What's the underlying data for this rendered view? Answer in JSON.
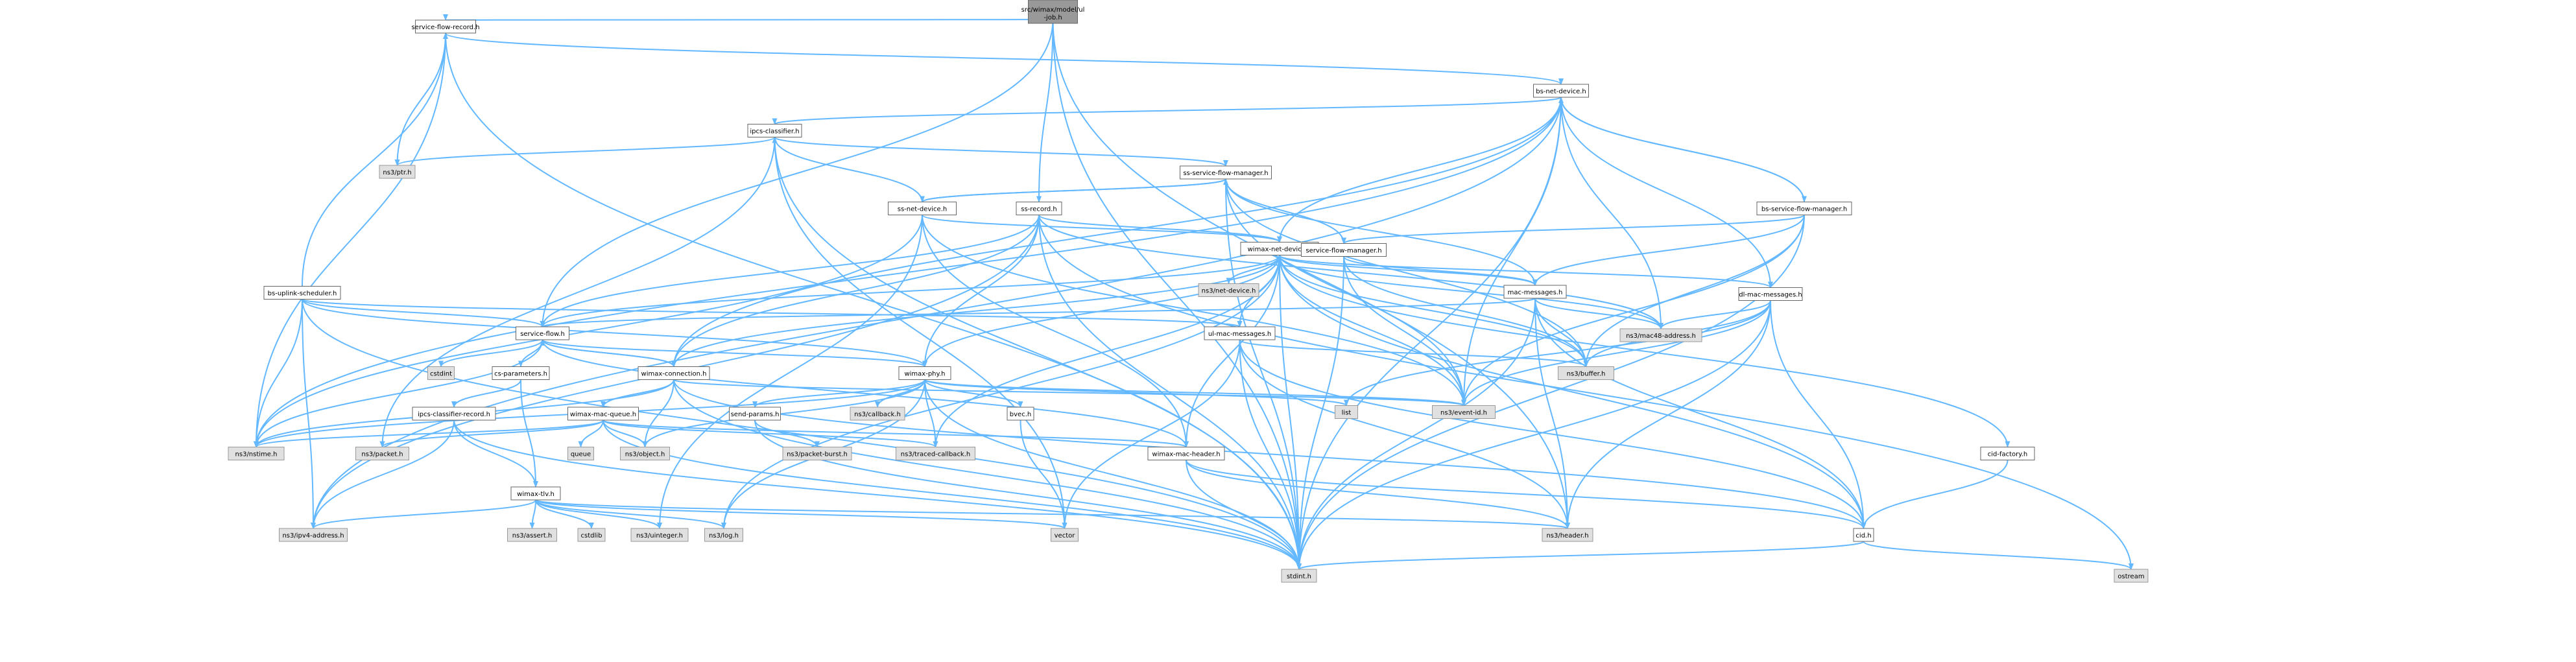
{
  "graph": {
    "colors": {
      "edge": "#63b8ff",
      "node_fill": "#ffffff",
      "node_border": "#666666",
      "root_fill": "#999999",
      "external_fill": "#e0e0e0",
      "external_border": "#999999",
      "text": "#000000"
    },
    "nodes": [
      {
        "id": "root",
        "label": "src/wimax/model/ul-job.h",
        "kind": "root"
      },
      {
        "id": "sfr",
        "label": "service-flow-record.h",
        "kind": "header"
      },
      {
        "id": "bsnd",
        "label": "bs-net-device.h",
        "kind": "header"
      },
      {
        "id": "ipcs",
        "label": "ipcs-classifier.h",
        "kind": "header"
      },
      {
        "id": "ptr",
        "label": "ns3/ptr.h",
        "kind": "external"
      },
      {
        "id": "ssfm",
        "label": "ss-service-flow-manager.h",
        "kind": "header"
      },
      {
        "id": "ssnd",
        "label": "ss-net-device.h",
        "kind": "header"
      },
      {
        "id": "ssrec",
        "label": "ss-record.h",
        "kind": "header"
      },
      {
        "id": "bssfm",
        "label": "bs-service-flow-manager.h",
        "kind": "header"
      },
      {
        "id": "wnd",
        "label": "wimax-net-device.h",
        "kind": "header"
      },
      {
        "id": "sfm",
        "label": "service-flow-manager.h",
        "kind": "header"
      },
      {
        "id": "netdev",
        "label": "ns3/net-device.h",
        "kind": "external"
      },
      {
        "id": "bsus",
        "label": "bs-uplink-scheduler.h",
        "kind": "header"
      },
      {
        "id": "macmsg",
        "label": "mac-messages.h",
        "kind": "header"
      },
      {
        "id": "dlmac",
        "label": "dl-mac-messages.h",
        "kind": "header"
      },
      {
        "id": "sf",
        "label": "service-flow.h",
        "kind": "header"
      },
      {
        "id": "ulmac",
        "label": "ul-mac-messages.h",
        "kind": "header"
      },
      {
        "id": "mac48",
        "label": "ns3/mac48-address.h",
        "kind": "external"
      },
      {
        "id": "cstdint",
        "label": "cstdint",
        "kind": "external"
      },
      {
        "id": "csparam",
        "label": "cs-parameters.h",
        "kind": "header"
      },
      {
        "id": "wconn",
        "label": "wimax-connection.h",
        "kind": "header"
      },
      {
        "id": "wphy",
        "label": "wimax-phy.h",
        "kind": "header"
      },
      {
        "id": "buffer",
        "label": "ns3/buffer.h",
        "kind": "external"
      },
      {
        "id": "list",
        "label": "list",
        "kind": "external"
      },
      {
        "id": "eventid",
        "label": "ns3/event-id.h",
        "kind": "external"
      },
      {
        "id": "ipcsrec",
        "label": "ipcs-classifier-record.h",
        "kind": "header"
      },
      {
        "id": "wmq",
        "label": "wimax-mac-queue.h",
        "kind": "header"
      },
      {
        "id": "sendp",
        "label": "send-params.h",
        "kind": "header"
      },
      {
        "id": "callback",
        "label": "ns3/callback.h",
        "kind": "external"
      },
      {
        "id": "bvec",
        "label": "bvec.h",
        "kind": "header"
      },
      {
        "id": "nstime",
        "label": "ns3/nstime.h",
        "kind": "external"
      },
      {
        "id": "packet",
        "label": "ns3/packet.h",
        "kind": "external"
      },
      {
        "id": "queue",
        "label": "queue",
        "kind": "external"
      },
      {
        "id": "object",
        "label": "ns3/object.h",
        "kind": "external"
      },
      {
        "id": "pburst",
        "label": "ns3/packet-burst.h",
        "kind": "external"
      },
      {
        "id": "tracedcb",
        "label": "ns3/traced-callback.h",
        "kind": "external"
      },
      {
        "id": "wmh",
        "label": "wimax-mac-header.h",
        "kind": "header"
      },
      {
        "id": "cidfac",
        "label": "cid-factory.h",
        "kind": "header"
      },
      {
        "id": "wtlv",
        "label": "wimax-tlv.h",
        "kind": "header"
      },
      {
        "id": "ipv4",
        "label": "ns3/ipv4-address.h",
        "kind": "external"
      },
      {
        "id": "assert",
        "label": "ns3/assert.h",
        "kind": "external"
      },
      {
        "id": "cstdlib",
        "label": "cstdlib",
        "kind": "external"
      },
      {
        "id": "uinteger",
        "label": "ns3/uinteger.h",
        "kind": "external"
      },
      {
        "id": "log",
        "label": "ns3/log.h",
        "kind": "external"
      },
      {
        "id": "vector",
        "label": "vector",
        "kind": "external"
      },
      {
        "id": "header",
        "label": "ns3/header.h",
        "kind": "external"
      },
      {
        "id": "cid",
        "label": "cid.h",
        "kind": "header"
      },
      {
        "id": "stdint",
        "label": "stdint.h",
        "kind": "external"
      },
      {
        "id": "ostream",
        "label": "ostream",
        "kind": "external"
      }
    ],
    "edges": [
      [
        "root",
        "sfr"
      ],
      [
        "root",
        "ssrec"
      ],
      [
        "root",
        "sf"
      ],
      [
        "root",
        "header"
      ],
      [
        "root",
        "stdint"
      ],
      [
        "sfr",
        "bsnd"
      ],
      [
        "sfr",
        "ptr"
      ],
      [
        "sfr",
        "nstime"
      ],
      [
        "sfr",
        "stdint"
      ],
      [
        "bsnd",
        "ipcs"
      ],
      [
        "bsnd",
        "wnd"
      ],
      [
        "bsnd",
        "bssfm"
      ],
      [
        "bsnd",
        "dlmac"
      ],
      [
        "bsnd",
        "mac48"
      ],
      [
        "bsnd",
        "eventid"
      ],
      [
        "bsnd",
        "wconn"
      ],
      [
        "bsnd",
        "nstime"
      ],
      [
        "bsnd",
        "ipv4"
      ],
      [
        "bsnd",
        "stdint"
      ],
      [
        "ipcs",
        "ssfm"
      ],
      [
        "ipcs",
        "ptr"
      ],
      [
        "ipcs",
        "packet"
      ],
      [
        "ipcs",
        "vector"
      ],
      [
        "ipcs",
        "stdint"
      ],
      [
        "ssfm",
        "ssnd"
      ],
      [
        "ssfm",
        "sfm"
      ],
      [
        "ssfm",
        "macmsg"
      ],
      [
        "ssfm",
        "buffer"
      ],
      [
        "ssfm",
        "eventid"
      ],
      [
        "ssfm",
        "stdint"
      ],
      [
        "ssnd",
        "ipcs"
      ],
      [
        "ssnd",
        "ssfm"
      ],
      [
        "ssnd",
        "wnd"
      ],
      [
        "ssnd",
        "wmh"
      ],
      [
        "ssnd",
        "uinteger"
      ],
      [
        "ssnd",
        "eventid"
      ],
      [
        "ssnd",
        "nstime"
      ],
      [
        "ssrec",
        "wnd"
      ],
      [
        "ssrec",
        "wphy"
      ],
      [
        "ssrec",
        "wconn"
      ],
      [
        "ssrec",
        "sf"
      ],
      [
        "ssrec",
        "mac48"
      ],
      [
        "ssrec",
        "ipv4"
      ],
      [
        "ssrec",
        "ostream"
      ],
      [
        "ssrec",
        "stdint"
      ],
      [
        "bssfm",
        "bsnd"
      ],
      [
        "bssfm",
        "sfm"
      ],
      [
        "bssfm",
        "macmsg"
      ],
      [
        "bssfm",
        "buffer"
      ],
      [
        "bssfm",
        "eventid"
      ],
      [
        "bssfm",
        "stdint"
      ],
      [
        "wnd",
        "netdev"
      ],
      [
        "wnd",
        "macmsg"
      ],
      [
        "wnd",
        "dlmac"
      ],
      [
        "wnd",
        "ulmac"
      ],
      [
        "wnd",
        "mac48"
      ],
      [
        "wnd",
        "wphy"
      ],
      [
        "wnd",
        "wconn"
      ],
      [
        "wnd",
        "sf"
      ],
      [
        "wnd",
        "cidfac"
      ],
      [
        "wnd",
        "eventid"
      ],
      [
        "wnd",
        "buffer"
      ],
      [
        "wnd",
        "tracedcb"
      ],
      [
        "wnd",
        "log"
      ],
      [
        "wnd",
        "wmh"
      ],
      [
        "wnd",
        "cid"
      ],
      [
        "wnd",
        "stdint"
      ],
      [
        "sfm",
        "macmsg"
      ],
      [
        "sfm",
        "buffer"
      ],
      [
        "sfm",
        "eventid"
      ],
      [
        "sfm",
        "stdint"
      ],
      [
        "bsus",
        "sfr"
      ],
      [
        "bsus",
        "sf"
      ],
      [
        "bsus",
        "wphy"
      ],
      [
        "bsus",
        "ulmac"
      ],
      [
        "bsus",
        "nstime"
      ],
      [
        "bsus",
        "ipv4"
      ],
      [
        "bsus",
        "stdint"
      ],
      [
        "macmsg",
        "mac48"
      ],
      [
        "macmsg",
        "buffer"
      ],
      [
        "macmsg",
        "sf"
      ],
      [
        "macmsg",
        "cid"
      ],
      [
        "macmsg",
        "header"
      ],
      [
        "macmsg",
        "stdint"
      ],
      [
        "dlmac",
        "mac48"
      ],
      [
        "dlmac",
        "buffer"
      ],
      [
        "dlmac",
        "list"
      ],
      [
        "dlmac",
        "eventid"
      ],
      [
        "dlmac",
        "cid"
      ],
      [
        "dlmac",
        "header"
      ],
      [
        "dlmac",
        "stdint"
      ],
      [
        "sf",
        "cstdint"
      ],
      [
        "sf",
        "csparam"
      ],
      [
        "sf",
        "wconn"
      ],
      [
        "sf",
        "wphy"
      ],
      [
        "sf",
        "wmh"
      ],
      [
        "sf",
        "nstime"
      ],
      [
        "ulmac",
        "buffer"
      ],
      [
        "ulmac",
        "cid"
      ],
      [
        "ulmac",
        "header"
      ],
      [
        "ulmac",
        "vector"
      ],
      [
        "ulmac",
        "stdint"
      ],
      [
        "csparam",
        "ipcsrec"
      ],
      [
        "csparam",
        "wtlv"
      ],
      [
        "wconn",
        "sf"
      ],
      [
        "wconn",
        "wmq"
      ],
      [
        "wconn",
        "object"
      ],
      [
        "wconn",
        "cid"
      ],
      [
        "wconn",
        "eventid"
      ],
      [
        "wconn",
        "nstime"
      ],
      [
        "wconn",
        "stdint"
      ],
      [
        "wphy",
        "bvec"
      ],
      [
        "wphy",
        "sendp"
      ],
      [
        "wphy",
        "callback"
      ],
      [
        "wphy",
        "tracedcb"
      ],
      [
        "wphy",
        "object"
      ],
      [
        "wphy",
        "list"
      ],
      [
        "wphy",
        "eventid"
      ],
      [
        "wphy",
        "log"
      ],
      [
        "wphy",
        "nstime"
      ],
      [
        "wphy",
        "stdint"
      ],
      [
        "ipcsrec",
        "wtlv"
      ],
      [
        "ipcsrec",
        "ipv4"
      ],
      [
        "ipcsrec",
        "stdint"
      ],
      [
        "wmq",
        "wmh"
      ],
      [
        "wmq",
        "queue"
      ],
      [
        "wmq",
        "object"
      ],
      [
        "wmq",
        "packet"
      ],
      [
        "wmq",
        "tracedcb"
      ],
      [
        "wmq",
        "nstime"
      ],
      [
        "wmq",
        "stdint"
      ],
      [
        "sendp",
        "pburst"
      ],
      [
        "sendp",
        "stdint"
      ],
      [
        "bvec",
        "vector"
      ],
      [
        "wmh",
        "header"
      ],
      [
        "wmh",
        "cid"
      ],
      [
        "wmh",
        "stdint"
      ],
      [
        "cidfac",
        "cid"
      ],
      [
        "wtlv",
        "assert"
      ],
      [
        "wtlv",
        "cstdlib"
      ],
      [
        "wtlv",
        "uinteger"
      ],
      [
        "wtlv",
        "log"
      ],
      [
        "wtlv",
        "vector"
      ],
      [
        "wtlv",
        "header"
      ],
      [
        "wtlv",
        "ipv4"
      ],
      [
        "cid",
        "ostream"
      ],
      [
        "cid",
        "stdint"
      ]
    ]
  }
}
